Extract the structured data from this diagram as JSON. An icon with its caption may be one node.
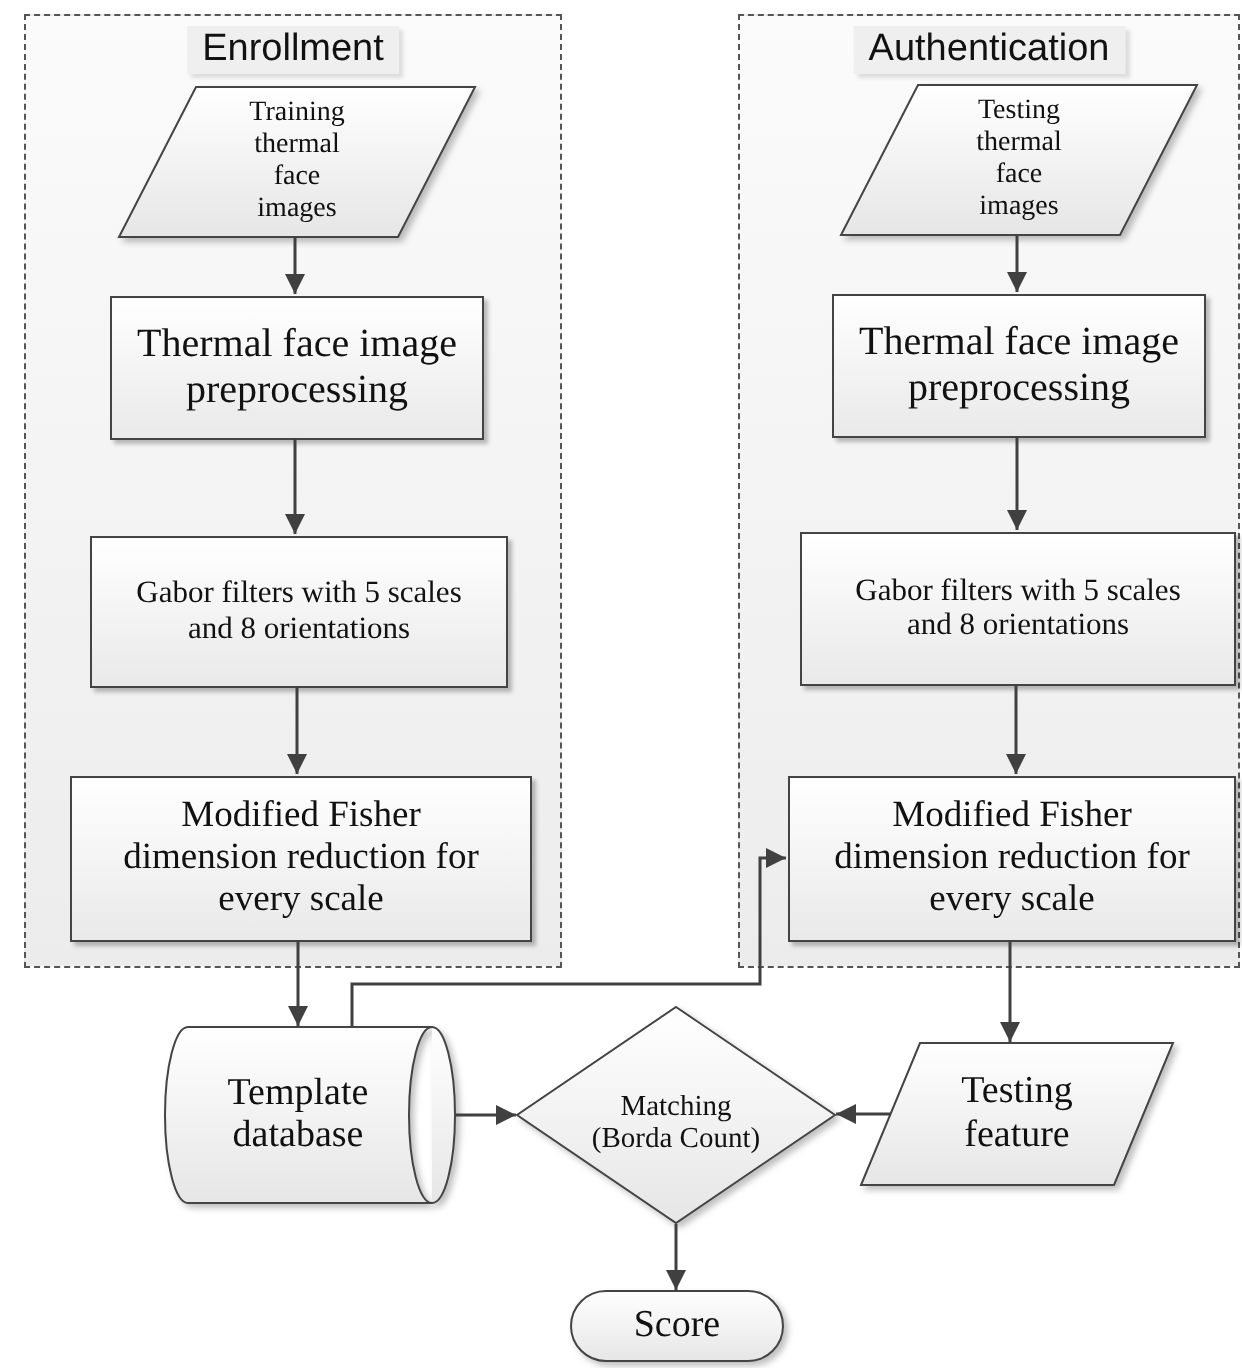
{
  "diagram": {
    "nodes": [
      {
        "text": [
          "Enrollment"
        ]
      },
      {
        "text": [
          "Training thermal face images"
        ],
        "in": 0
      },
      {
        "text": [
          "Thermal face image preprocessing"
        ],
        "in": 0
      },
      {
        "text": [
          "Gabor filters with 5 scales and 8 orientations"
        ],
        "in": 0
      },
      {
        "text": [
          "Modified Fisher dimension reduction for every scale"
        ],
        "in": 0
      },
      {
        "text": [
          "Authentication"
        ]
      },
      {
        "text": [
          "Testing thermal face images"
        ],
        "in": 5
      },
      {
        "text": [
          "Thermal face image preprocessing"
        ],
        "in": 5
      },
      {
        "text": [
          "Gabor filters with 5 scales and 8 orientations"
        ],
        "in": 5
      },
      {
        "text": [
          "Modified Fisher dimension reduction for every scale"
        ],
        "in": 5
      },
      {
        "text": [
          "Template database"
        ]
      },
      {
        "text": [
          "Matching (Borda Count)"
        ]
      },
      {
        "text": [
          "Testing feature"
        ]
      },
      {
        "text": [
          "Score"
        ]
      }
    ],
    "edges": [
      {
        "from": 1,
        "to": 2,
        "arrow": "to"
      },
      {
        "from": 2,
        "to": 3,
        "arrow": "to"
      },
      {
        "from": 3,
        "to": 4,
        "arrow": "to"
      },
      {
        "from": 6,
        "to": 7,
        "arrow": "to"
      },
      {
        "from": 7,
        "to": 8,
        "arrow": "to"
      },
      {
        "from": 8,
        "to": 9,
        "arrow": "to"
      },
      {
        "from": 4,
        "to": 10,
        "arrow": "to"
      },
      {
        "from": 10,
        "to": 9,
        "arrow": "to"
      },
      {
        "from": 9,
        "to": 12,
        "arrow": "to"
      },
      {
        "from": 10,
        "to": 11,
        "arrow": "to"
      },
      {
        "from": 12,
        "to": 11,
        "arrow": "to"
      },
      {
        "from": 11,
        "to": 13,
        "arrow": "to"
      }
    ]
  }
}
